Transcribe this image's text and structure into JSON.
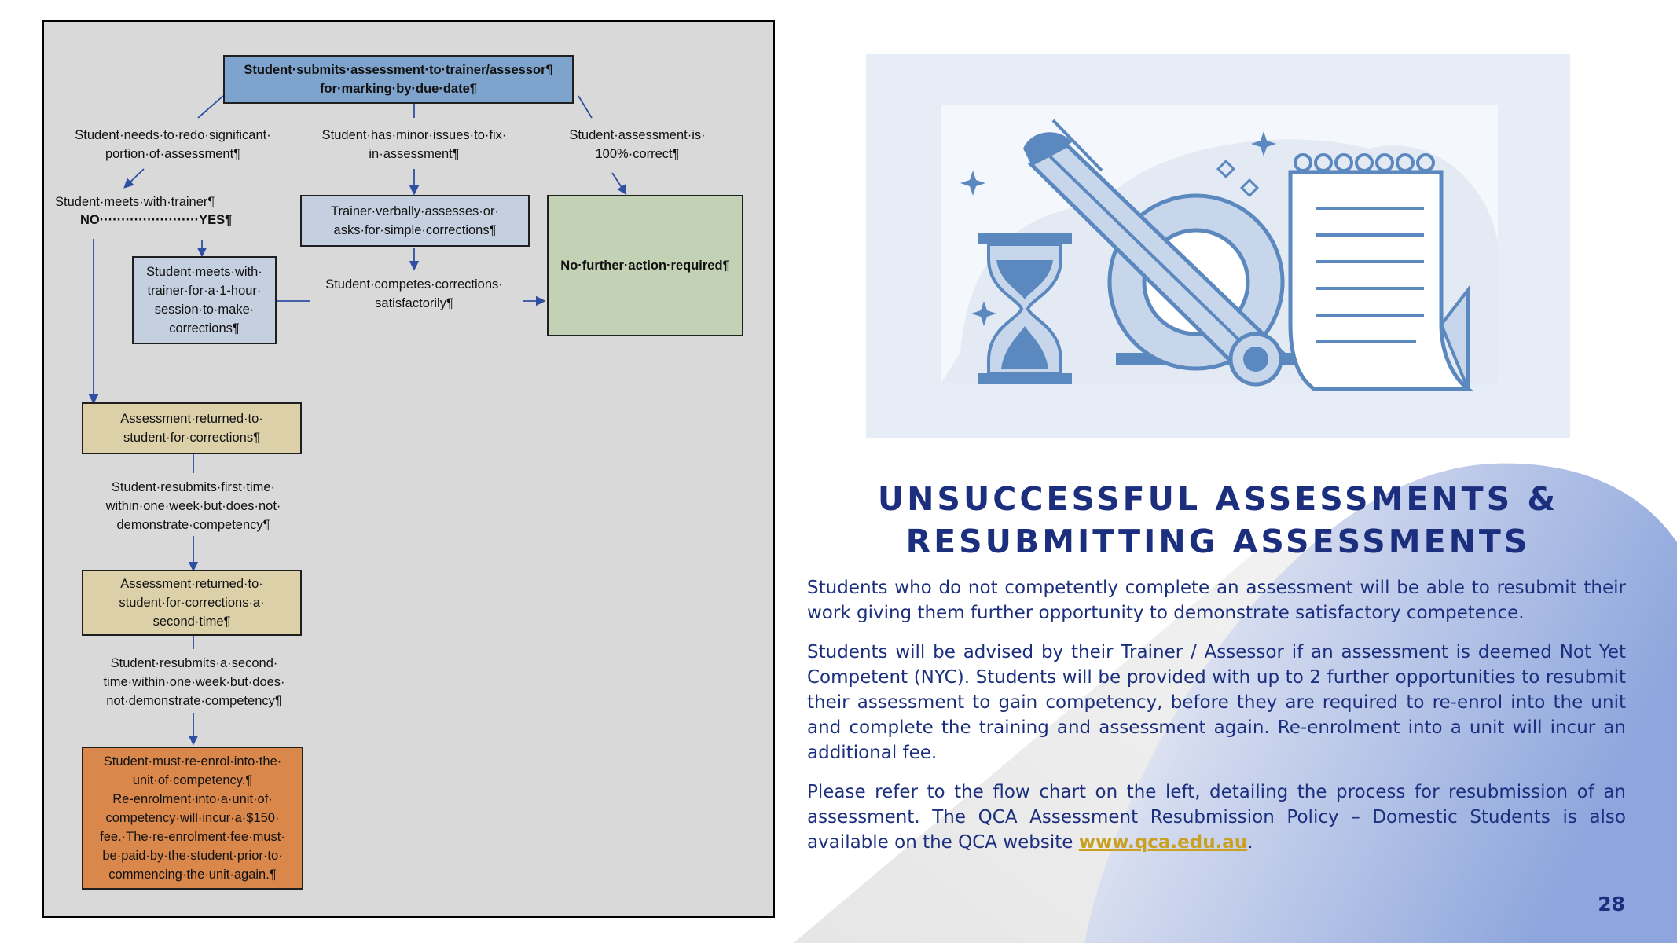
{
  "flowchart": {
    "top_box": "Student·submits·assessment·to·trainer/assessor¶\nfor·marking·by·due·date¶",
    "branch_redo": "Student·needs·to·redo·significant·\nportion·of·assessment¶",
    "branch_minor": "Student·has·minor·issues·to·fix·\nin·assessment¶",
    "branch_correct": "Student·assessment·is·\n100%·correct¶",
    "meets_trainer": "Student·meets·with·trainer¶",
    "no_yes": "NO·······················YES¶",
    "verbal_box": "Trainer·verbally·assesses·or·\nasks·for·simple·corrections¶",
    "session_box": "Student·meets·with·\ntrainer·for·a·1-hour·\nsession·to·make·\ncorrections¶",
    "completes_label": "Student·competes·corrections·\nsatisfactorily¶",
    "no_action_box": "No·further·action·required¶",
    "returned_box_1": "Assessment·returned·to·\nstudent·for·corrections¶",
    "resubmit_1": "Student·resubmits·first·time·\nwithin·one·week·but·does·not·\ndemonstrate·competency¶",
    "returned_box_2": "Assessment·returned·to·\nstudent·for·corrections·a·\nsecond·time¶",
    "resubmit_2": "Student·resubmits·a·second·\ntime·within·one·week·but·does·\nnot·demonstrate·competency¶",
    "reenrol_box": "Student·must·re-enrol·into·the·\nunit·of·competency.¶\nRe-enrolment·into·a·unit·of·\ncompetency·will·incur·a·$150·\nfee.·The·re-enrolment·fee·must·\nbe·paid·by·the·student·prior·to·\ncommencing·the·unit·again.¶"
  },
  "title": {
    "line1": "UNSUCCESSFUL ASSESSMENTS &",
    "line2": "RESUBMITTING ASSESSMENTS"
  },
  "paragraphs": {
    "p1": "Students who do not competently complete an assessment will be able to resubmit their work giving them further opportunity to demonstrate satisfactory competence.",
    "p2": "Students will be advised by their Trainer / Assessor if an assessment is deemed Not Yet Competent (NYC).  Students will be provided with up to 2 further opportunities to resubmit their assessment to gain competency, before they are required to re-enrol into the unit and complete the training and assessment again. Re-enrolment into a unit will incur an additional fee.",
    "p3_text": "Please refer to the flow chart on the left, detailing the process for resubmission of an assessment. The QCA Assessment Resubmission Policy – Domestic Students is also available on the QCA website ",
    "p3_link": "www.qca.edu.au",
    "p3_end": "."
  },
  "page_number": "28",
  "colors": {
    "heading": "#1b2f7e",
    "link": "#c9a021",
    "box_blue": "#7ea3cc",
    "box_light_blue": "#c4d0df",
    "box_green": "#c3d1b4",
    "box_tan": "#dcd0a9",
    "box_orange": "#d9874b",
    "arrow": "#2f4fa3"
  },
  "icons": [
    "pencil-icon",
    "hourglass-icon",
    "magnifier-icon",
    "notepad-icon",
    "sparkle-icon"
  ]
}
